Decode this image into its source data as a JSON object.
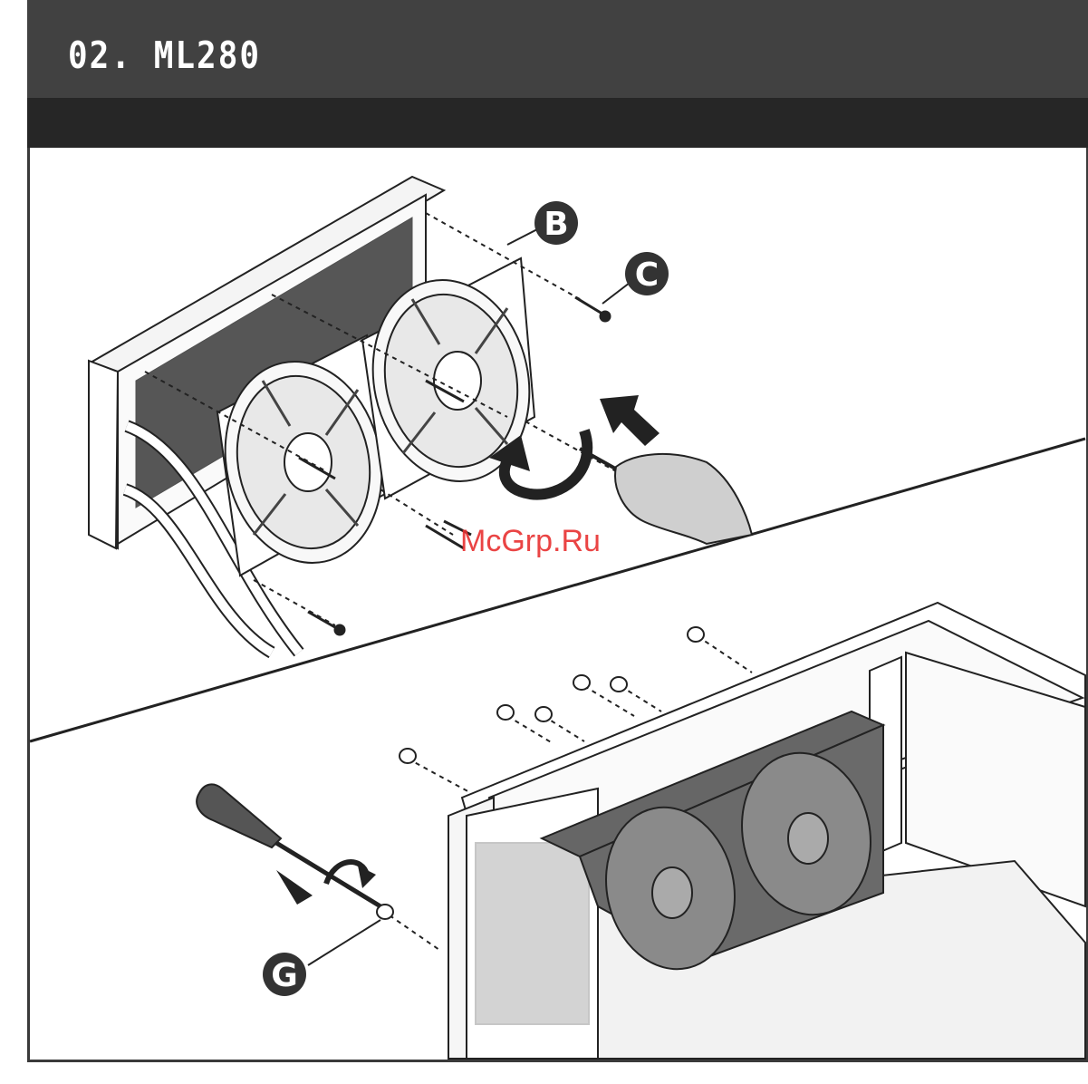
{
  "header": {
    "title": "02. ML280"
  },
  "callouts": {
    "b": "B",
    "c": "C",
    "g": "G"
  },
  "watermark": "McGrp.Ru",
  "colors": {
    "header": "#414141",
    "subheader": "#262626",
    "line": "#222222",
    "fill_gray": "#d0d0d0",
    "dark_gray": "#555555"
  }
}
